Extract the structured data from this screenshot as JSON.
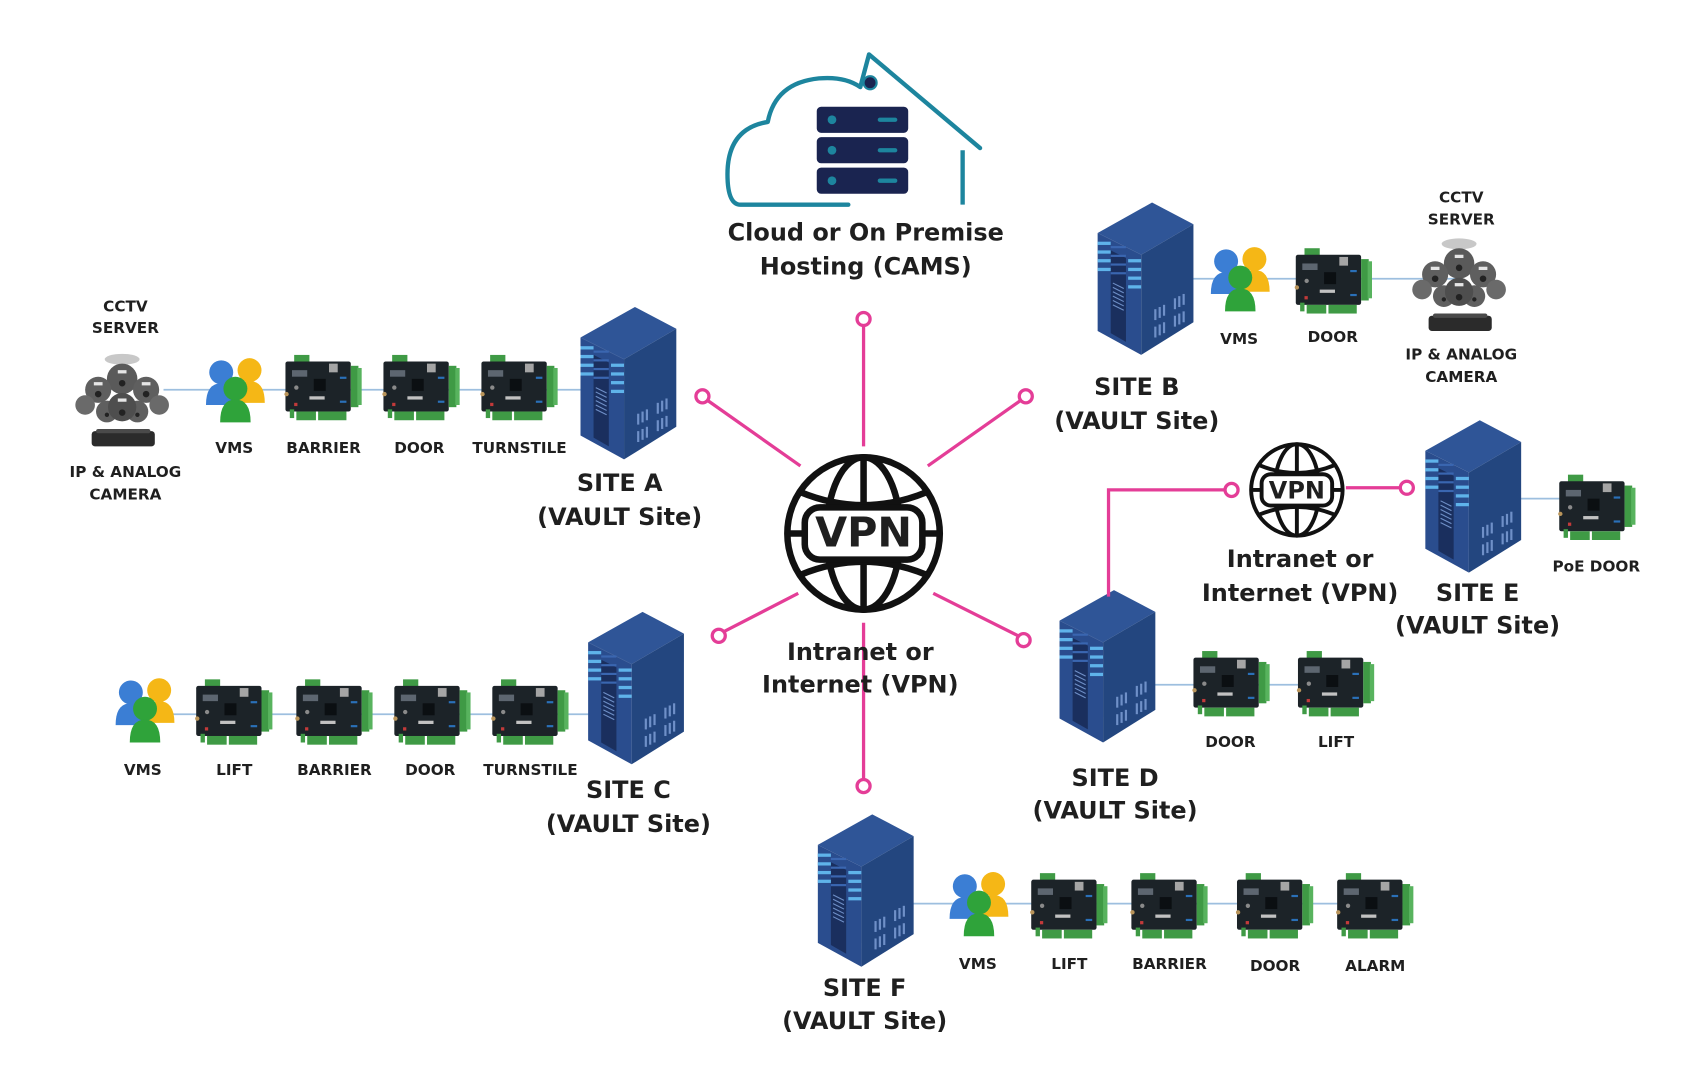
{
  "colors": {
    "connector": "#e43d97",
    "link": "#9dbfdf",
    "server_blue": "#2c4f8e",
    "server_stripe": "#5fb3ea",
    "cloud_teal": "#1d859e",
    "cloud_server_navy": "#1a2450",
    "vms_blue": "#3b7ed4",
    "vms_yellow": "#f5b716",
    "vms_green": "#2fa33a",
    "board_pcb": "#1c2328",
    "board_terminal": "#3f9a45"
  },
  "hub": {
    "globe_text": "VPN",
    "label_line1": "Intranet or",
    "label_line2": "Internet (VPN)"
  },
  "hosting": {
    "icon": "cloud-house-server-icon",
    "label_line1": "Cloud or On Premise",
    "label_line2": "Hosting (CAMS)"
  },
  "sites": {
    "a": {
      "name": "SITE A",
      "type": "(VAULT Site)",
      "cctv_top1": "CCTV",
      "cctv_top2": "SERVER",
      "cctv_bottom1": "IP & ANALOG",
      "cctv_bottom2": "CAMERA",
      "devices": [
        "VMS",
        "BARRIER",
        "DOOR",
        "TURNSTILE"
      ]
    },
    "b": {
      "name": "SITE B",
      "type": "(VAULT Site)",
      "cctv_top1": "CCTV",
      "cctv_top2": "SERVER",
      "cctv_bottom1": "IP & ANALOG",
      "cctv_bottom2": "CAMERA",
      "devices": [
        "VMS",
        "DOOR"
      ]
    },
    "c": {
      "name": "SITE C",
      "type": "(VAULT Site)",
      "devices": [
        "VMS",
        "LIFT",
        "BARRIER",
        "DOOR",
        "TURNSTILE"
      ]
    },
    "d": {
      "name": "SITE D",
      "type": "(VAULT Site)",
      "devices": [
        "DOOR",
        "LIFT"
      ]
    },
    "e": {
      "name": "SITE E",
      "type": "(VAULT Site)",
      "devices": [
        "PoE DOOR"
      ],
      "vpn": {
        "globe_text": "VPN",
        "label_line1": "Intranet or",
        "label_line2": "Internet (VPN)"
      }
    },
    "f": {
      "name": "SITE F",
      "type": "(VAULT Site)",
      "devices": [
        "VMS",
        "LIFT",
        "BARRIER",
        "DOOR",
        "ALARM"
      ]
    }
  }
}
